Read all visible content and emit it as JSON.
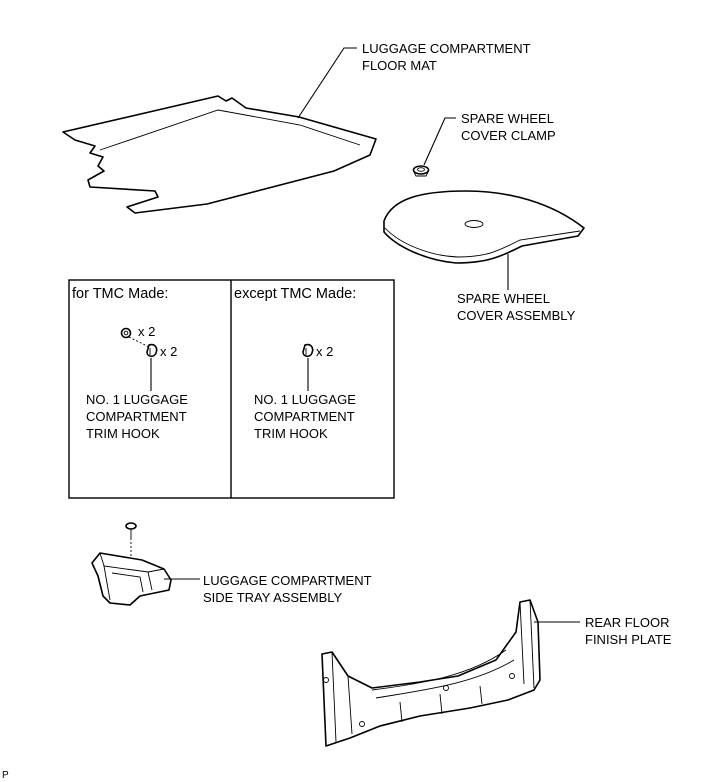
{
  "labels": {
    "floor_mat": [
      "LUGGAGE COMPARTMENT",
      "FLOOR MAT"
    ],
    "spare_clamp": [
      "SPARE WHEEL",
      "COVER CLAMP"
    ],
    "spare_cover": [
      "SPARE WHEEL",
      "COVER ASSEMBLY"
    ],
    "side_tray": [
      "LUGGAGE COMPARTMENT",
      "SIDE TRAY ASSEMBLY"
    ],
    "rear_plate": [
      "REAR FLOOR",
      "FINISH PLATE"
    ]
  },
  "table": {
    "left_header": "for TMC Made:",
    "right_header": "except TMC Made:",
    "left_qty_a": "x 2",
    "left_qty_b": "x 2",
    "right_qty": "x 2",
    "hook_label": [
      "NO. 1 LUGGAGE",
      "COMPARTMENT",
      "TRIM HOOK"
    ]
  },
  "footer_code": "P"
}
